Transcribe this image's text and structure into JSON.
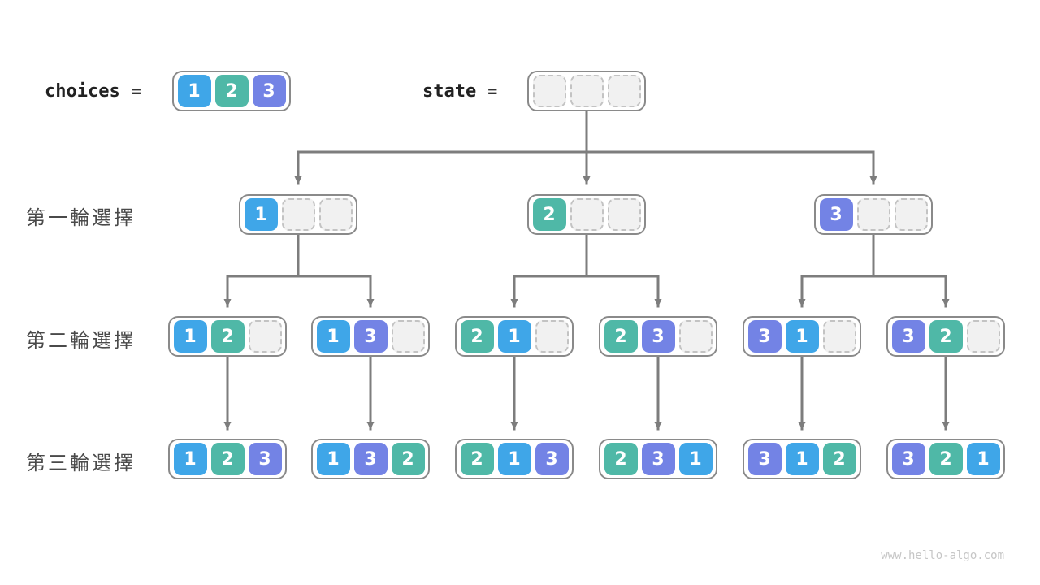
{
  "header": {
    "choices_label": "choices",
    "choices_equals": "=",
    "choices_cells": [
      "1",
      "2",
      "3"
    ],
    "state_label": "state",
    "state_equals": "=",
    "state_cells": [
      "",
      "",
      ""
    ]
  },
  "row_labels": [
    "第一輪選擇",
    "第二輪選擇",
    "第三輪選擇"
  ],
  "tree": {
    "round1": [
      [
        "1",
        "",
        ""
      ],
      [
        "2",
        "",
        ""
      ],
      [
        "3",
        "",
        ""
      ]
    ],
    "round2": [
      [
        "1",
        "2",
        ""
      ],
      [
        "1",
        "3",
        ""
      ],
      [
        "2",
        "1",
        ""
      ],
      [
        "2",
        "3",
        ""
      ],
      [
        "3",
        "1",
        ""
      ],
      [
        "3",
        "2",
        ""
      ]
    ],
    "round3": [
      [
        "1",
        "2",
        "3"
      ],
      [
        "1",
        "3",
        "2"
      ],
      [
        "2",
        "1",
        "3"
      ],
      [
        "2",
        "3",
        "1"
      ],
      [
        "3",
        "1",
        "2"
      ],
      [
        "3",
        "2",
        "1"
      ]
    ]
  },
  "colors": {
    "1": "#3fa6e8",
    "2": "#4fb8a7",
    "3": "#7383e5",
    "arrow": "#7d7d7d",
    "empty_fill": "#f1f1f1",
    "node_border": "#8a8a8a"
  },
  "watermark": "www.hello-algo.com"
}
